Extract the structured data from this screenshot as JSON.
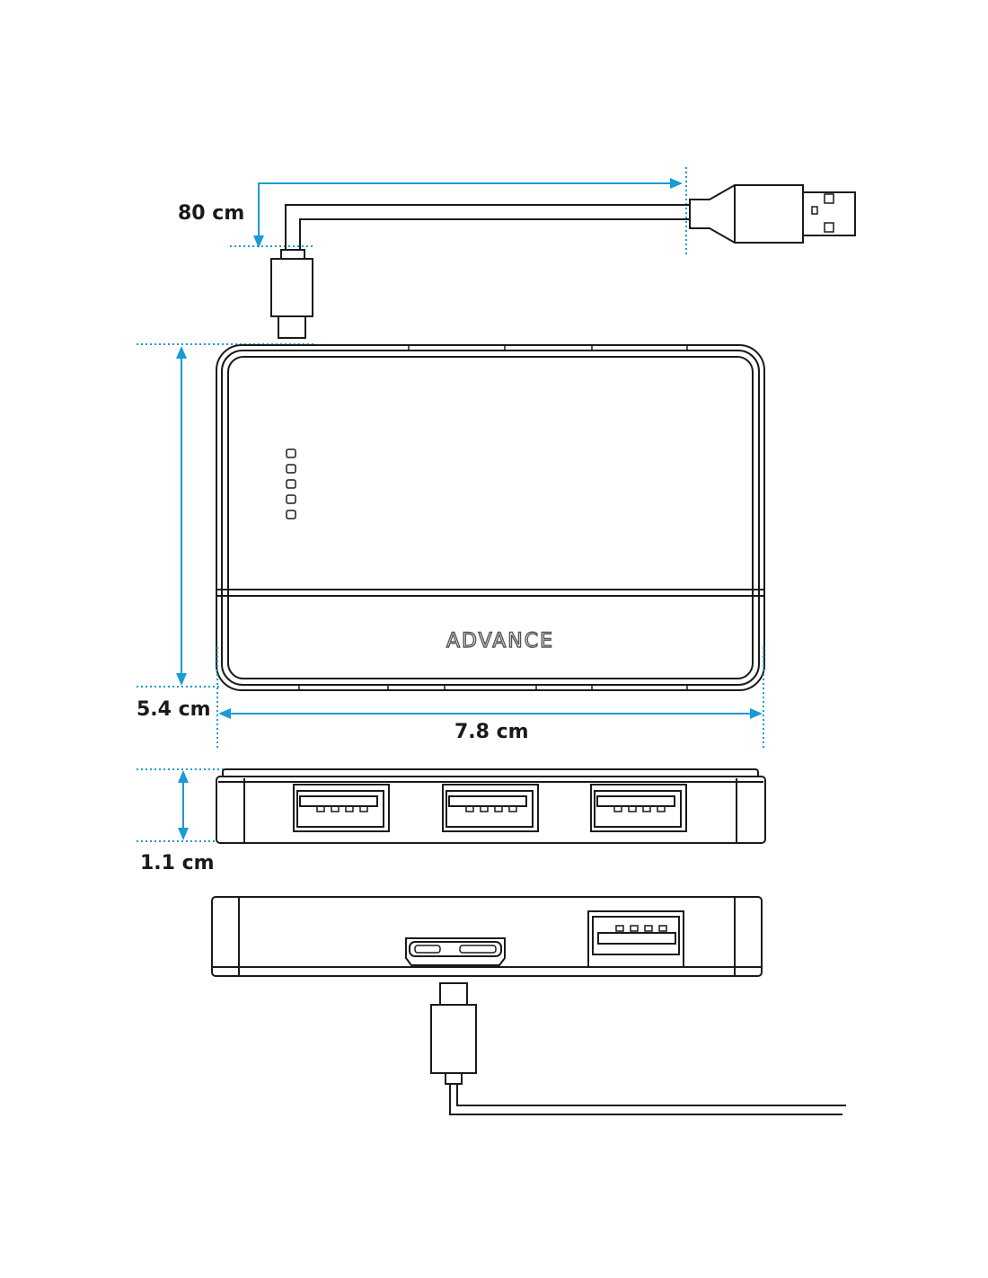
{
  "dimensions": {
    "cable_length": "80 cm",
    "height": "5.4 cm",
    "width": "7.8 cm",
    "thickness": "1.1 cm"
  },
  "brand": "ADVANCE",
  "colors": {
    "dimension_line": "#1a9ad6",
    "outline": "#1a1a1a"
  }
}
